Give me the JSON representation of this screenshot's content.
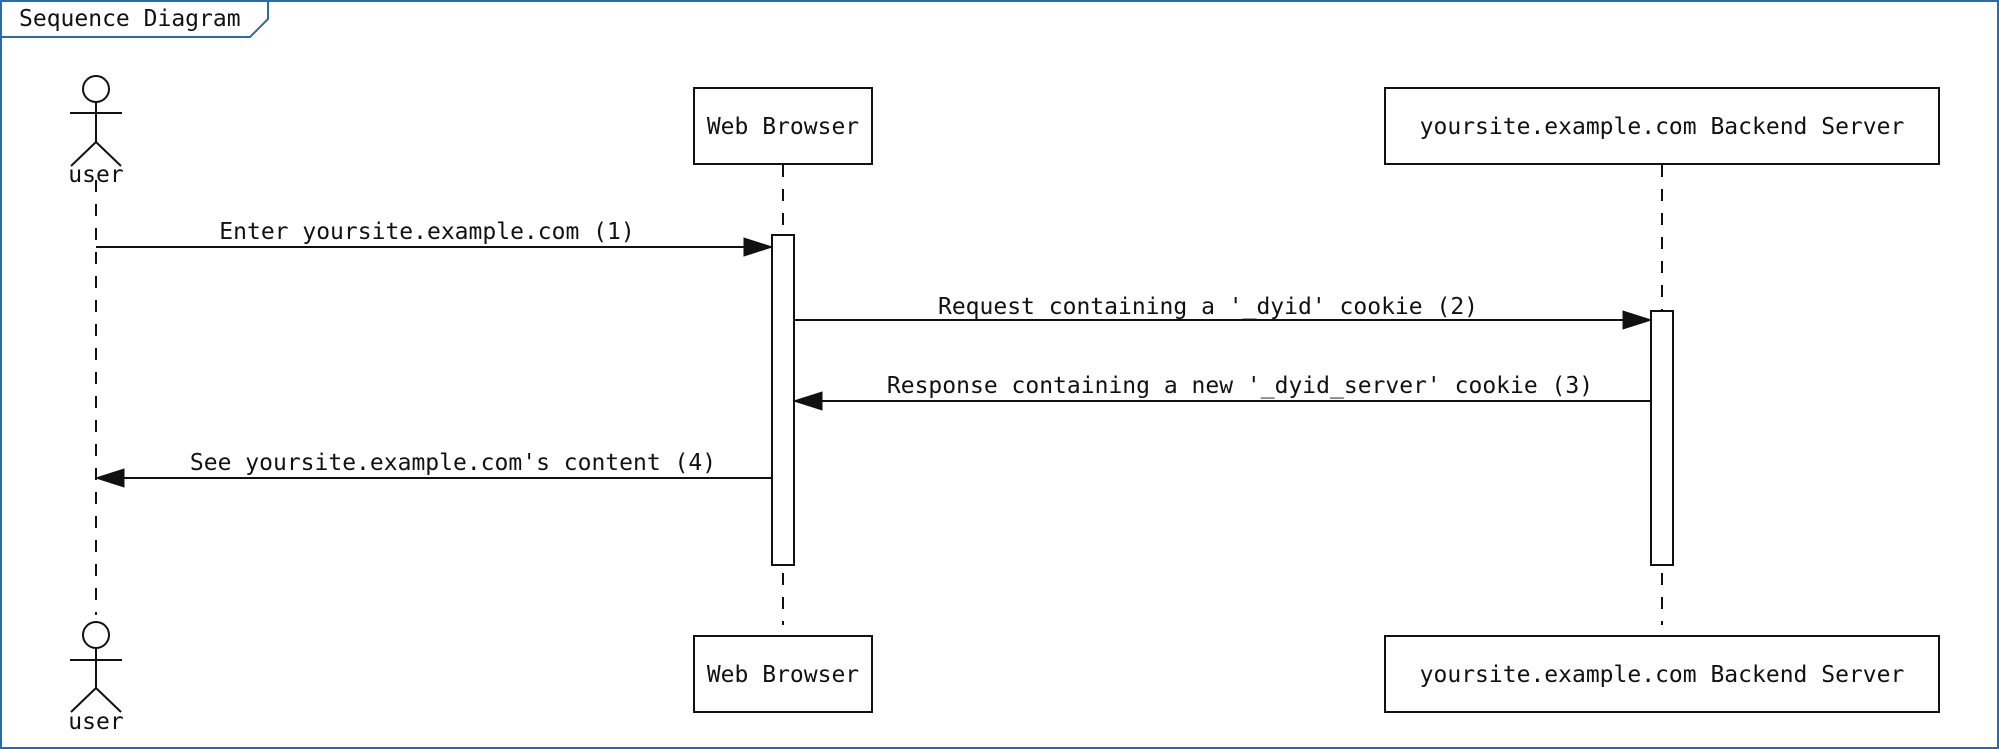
{
  "frame": {
    "title": "Sequence Diagram"
  },
  "participants": {
    "user": {
      "label": "user"
    },
    "browser": {
      "label": "Web Browser"
    },
    "server": {
      "label": "yoursite.example.com Backend Server"
    }
  },
  "messages": [
    {
      "label": "Enter yoursite.example.com (1)",
      "from": "user",
      "to": "browser"
    },
    {
      "label": "Request containing a '_dyid' cookie (2)",
      "from": "browser",
      "to": "server"
    },
    {
      "label": "Response containing a new '_dyid_server' cookie (3)",
      "from": "server",
      "to": "browser"
    },
    {
      "label": "See yoursite.example.com's content (4)",
      "from": "browser",
      "to": "user"
    }
  ],
  "colors": {
    "frame_border": "#2c6aa8",
    "line": "#111111"
  }
}
